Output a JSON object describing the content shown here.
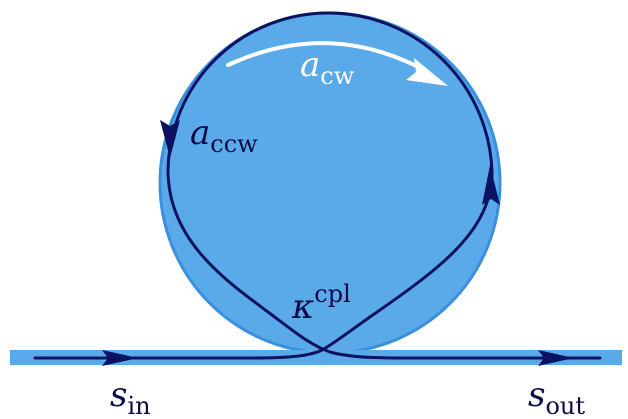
{
  "colors": {
    "resonator_fill": "#5aaaea",
    "resonator_rim": "#3a8fde",
    "waveguide": "#5aaaea",
    "path": "#0b1360",
    "white_arrow": "#ffffff"
  },
  "labels": {
    "a_cw": {
      "base": "a",
      "sub": "cw"
    },
    "a_ccw": {
      "base": "a",
      "sub": "ccw"
    },
    "kappa_cpl": {
      "base": "κ",
      "sup": "cpl"
    },
    "s_in": {
      "base": "s",
      "sub": "in"
    },
    "s_out": {
      "base": "s",
      "sub": "out"
    }
  }
}
